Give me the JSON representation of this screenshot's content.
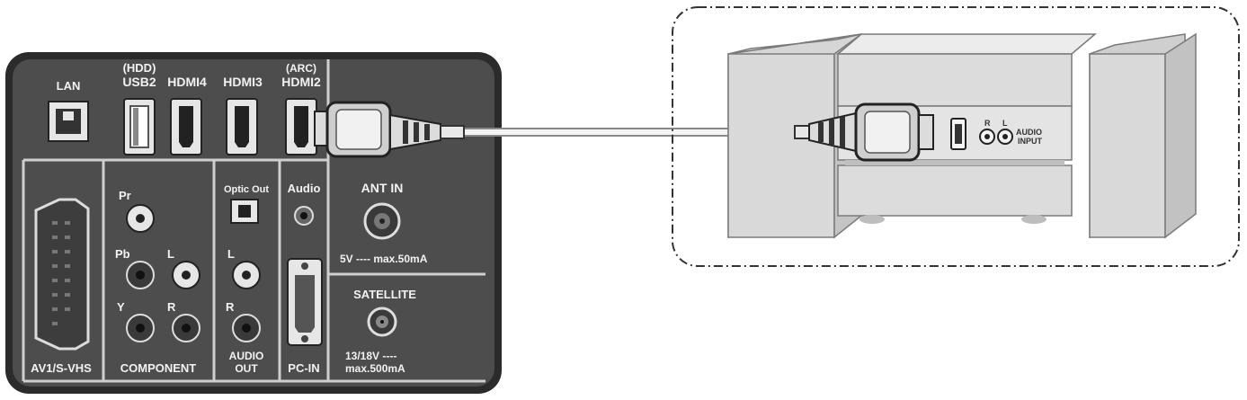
{
  "tv_panel": {
    "top_labels": {
      "lan": "LAN",
      "usb_note": "(HDD)",
      "usb": "USB2",
      "hdmi4": "HDMI4",
      "hdmi3": "HDMI3",
      "hdmi2_note": "(ARC)",
      "hdmi2": "HDMI2"
    },
    "scart": "AV1/S-VHS",
    "component": {
      "pr": "Pr",
      "pb": "Pb",
      "l": "L",
      "y": "Y",
      "r": "R",
      "title": "COMPONENT"
    },
    "audio_out": {
      "optic": "Optic Out",
      "l": "L",
      "r": "R",
      "title_line1": "AUDIO",
      "title_line2": "OUT"
    },
    "pc": {
      "audio": "Audio",
      "title": "PC-IN"
    },
    "antenna": {
      "title": "ANT IN",
      "spec": "5V ---- max.50mA"
    },
    "satellite": {
      "title": "SATELLITE",
      "spec_line1": "13/18V ----",
      "spec_line2": "max.500mA"
    }
  },
  "audio_device": {
    "jack_r": "R",
    "jack_l": "L",
    "input_line1": "AUDIO",
    "input_line2": "INPUT"
  },
  "colors": {
    "panel": "#4d4d4d",
    "panel_border": "#2b2b2b",
    "divider": "#cfcfcf",
    "device": "#d9d9d9",
    "device_edge": "#7a7a7a"
  }
}
